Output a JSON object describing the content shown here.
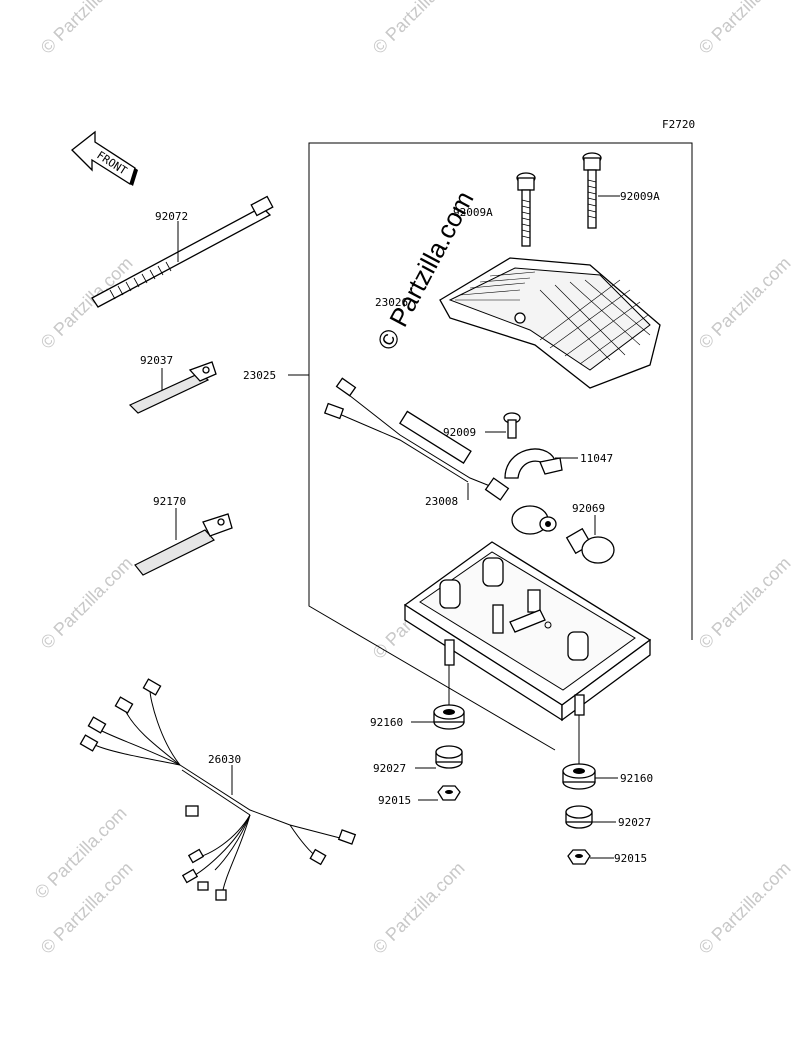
{
  "figure_code": "F2720",
  "front_label": "FRONT",
  "watermark_center": "© Partzilla.com",
  "watermark_tile": "© Partzilla.com",
  "parts": {
    "p92072": "92072",
    "p92037": "92037",
    "p92170": "92170",
    "p26030": "26030",
    "p23025": "23025",
    "p92009A_left": "92009A",
    "p92009A_right": "92009A",
    "p23026": "23026",
    "p92009": "92009",
    "p11047": "11047",
    "p23008": "23008",
    "p92069": "92069",
    "p92160_left": "92160",
    "p92027_left": "92027",
    "p92015_left": "92015",
    "p92160_right": "92160",
    "p92027_right": "92027",
    "p92015_right": "92015"
  }
}
